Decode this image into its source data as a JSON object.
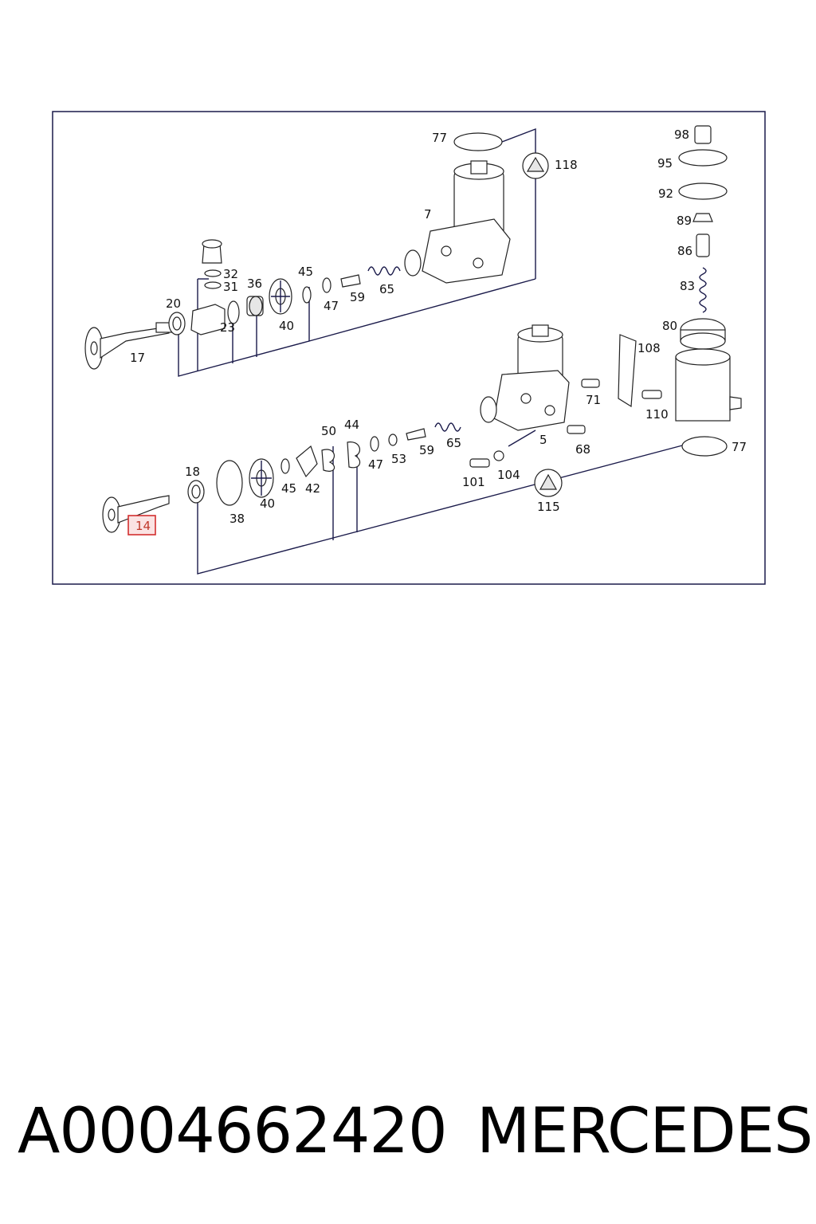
{
  "diagram": {
    "highlight_color": "#d32f2f",
    "frame_color": "#1a1a4a",
    "labels": {
      "l77a": "77",
      "l118": "118",
      "l98": "98",
      "l95": "95",
      "l92": "92",
      "l89": "89",
      "l86": "86",
      "l83": "83",
      "l80": "80",
      "l7": "7",
      "l32": "32",
      "l31": "31",
      "l36": "36",
      "l45a": "45",
      "l20": "20",
      "l47a": "47",
      "l59a": "59",
      "l65a": "65",
      "l23": "23",
      "l40a": "40",
      "l17": "17",
      "l108": "108",
      "l71": "71",
      "l110": "110",
      "l50": "50",
      "l44": "44",
      "l47b": "47",
      "l53": "53",
      "l59b": "59",
      "l65b": "65",
      "l5": "5",
      "l68": "68",
      "l77b": "77",
      "l18": "18",
      "l45b": "45",
      "l42": "42",
      "l101": "101",
      "l104": "104",
      "l40b": "40",
      "l38": "38",
      "l115": "115",
      "l14": "14"
    },
    "highlighted_part": "14"
  },
  "footer": {
    "part_number": "A0004662420",
    "brand": "MERCEDES"
  }
}
